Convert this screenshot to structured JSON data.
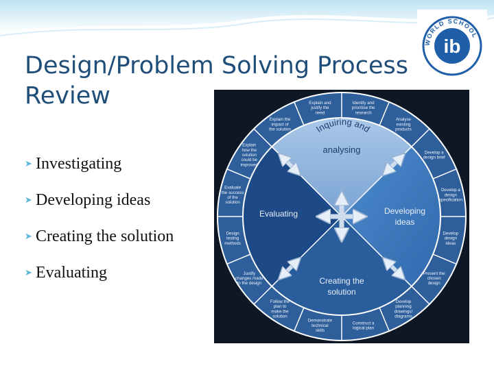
{
  "slide": {
    "title_line1": "Design/Problem Solving Process",
    "title_line2": "Review",
    "bullets": [
      "Investigating",
      "Developing ideas",
      "Creating the solution",
      "Evaluating"
    ]
  },
  "logo": {
    "text": "WORLD SCHOOL",
    "mark": "ib"
  },
  "diagram": {
    "quadrants": {
      "inquiring": [
        "Inquiring and",
        "analysing"
      ],
      "developing": [
        "Developing",
        "ideas"
      ],
      "creating": [
        "Creating the",
        "solution"
      ],
      "evaluating": [
        "Evaluating"
      ]
    },
    "steps": [
      [
        "Identify and",
        "prioritise the",
        "research"
      ],
      [
        "Analyse",
        "existing",
        "products"
      ],
      [
        "Develop a",
        "design brief"
      ],
      [
        "Develop a",
        "design",
        "specification"
      ],
      [
        "Develop",
        "design",
        "ideas"
      ],
      [
        "Present the",
        "chosen",
        "design"
      ],
      [
        "Develop",
        "planning",
        "drawings/",
        "diagrams"
      ],
      [
        "Construct a",
        "logical plan"
      ],
      [
        "Demonstrate",
        "technical",
        "skills"
      ],
      [
        "Follow the",
        "plan to",
        "make the",
        "solution"
      ],
      [
        "Justify",
        "changes made",
        "to the design"
      ],
      [
        "Design",
        "testing",
        "methods"
      ],
      [
        "Evaluate",
        "the success",
        "of the",
        "solution"
      ],
      [
        "Explain",
        "how the",
        "solution",
        "could be",
        "improved"
      ],
      [
        "Explain the",
        "impact of",
        "the solution"
      ],
      [
        "Explain and",
        "justify the",
        "need"
      ]
    ]
  },
  "colors": {
    "title": "#1f4e79",
    "bullet": "#5bb7d6",
    "ring": "#2e5f9a",
    "inquiring": "#8fb3dc",
    "developing": "#3f7ec3",
    "creating": "#2a5d9c",
    "evaluating": "#1d4a86"
  }
}
